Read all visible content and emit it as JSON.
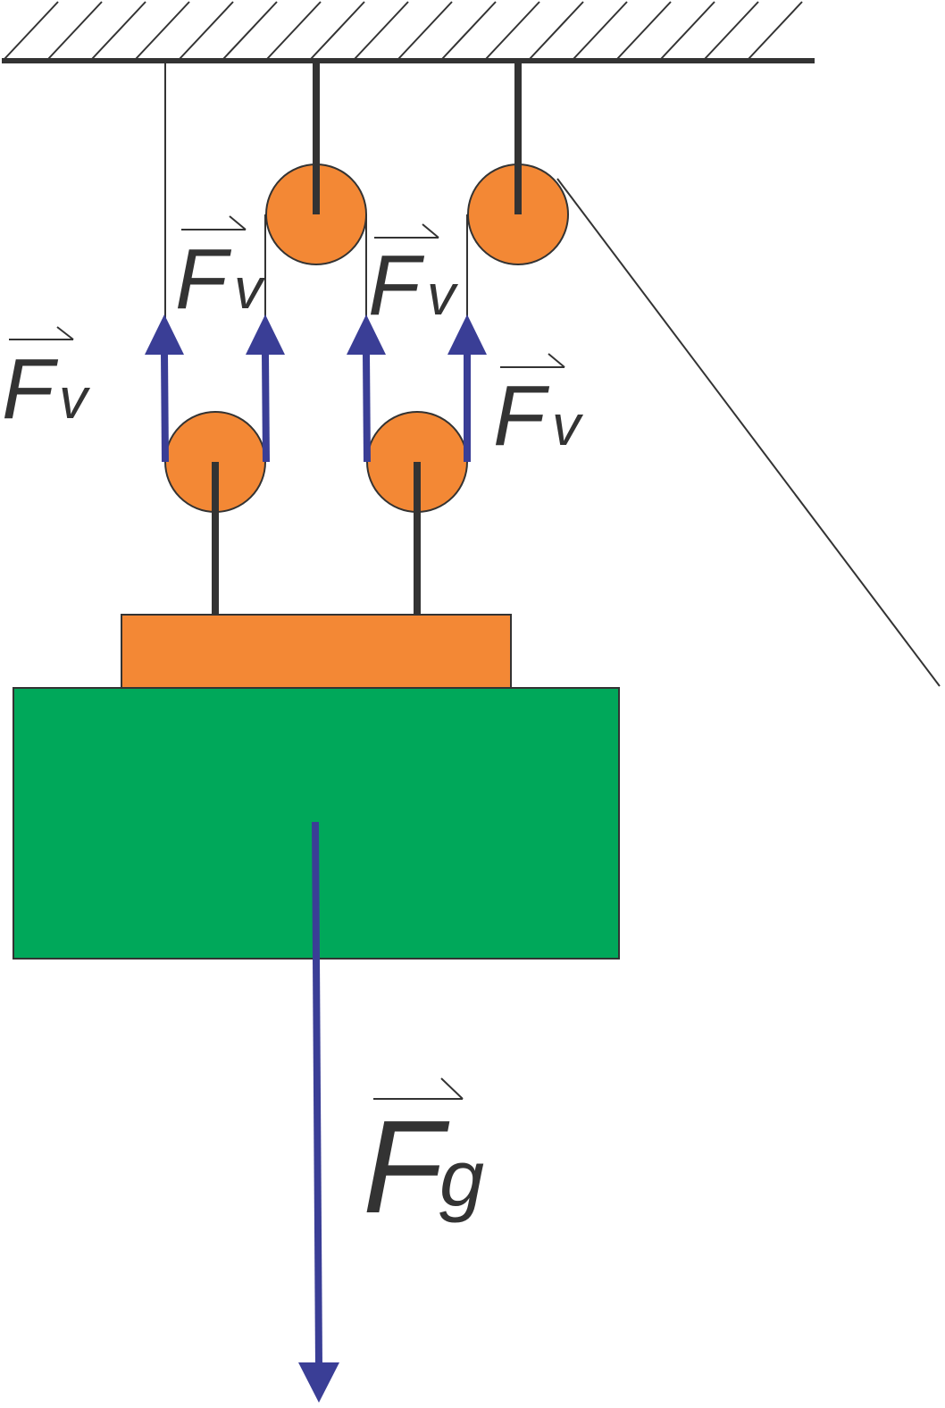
{
  "labels": {
    "tension": {
      "symbol": "F",
      "subscript": "v"
    },
    "gravity": {
      "symbol": "F",
      "subscript": "g"
    }
  },
  "colors": {
    "line": "#333333",
    "pulley": "#f38835",
    "plate": "#f38835",
    "load": "#00a85a",
    "force_arrow": "#3a3e96"
  },
  "components": {
    "ceiling": "fixed ceiling (hatched)",
    "fixed_pulleys": 2,
    "movable_pulleys": 2,
    "tension_arrows": 4,
    "gravity_arrows": 1
  }
}
